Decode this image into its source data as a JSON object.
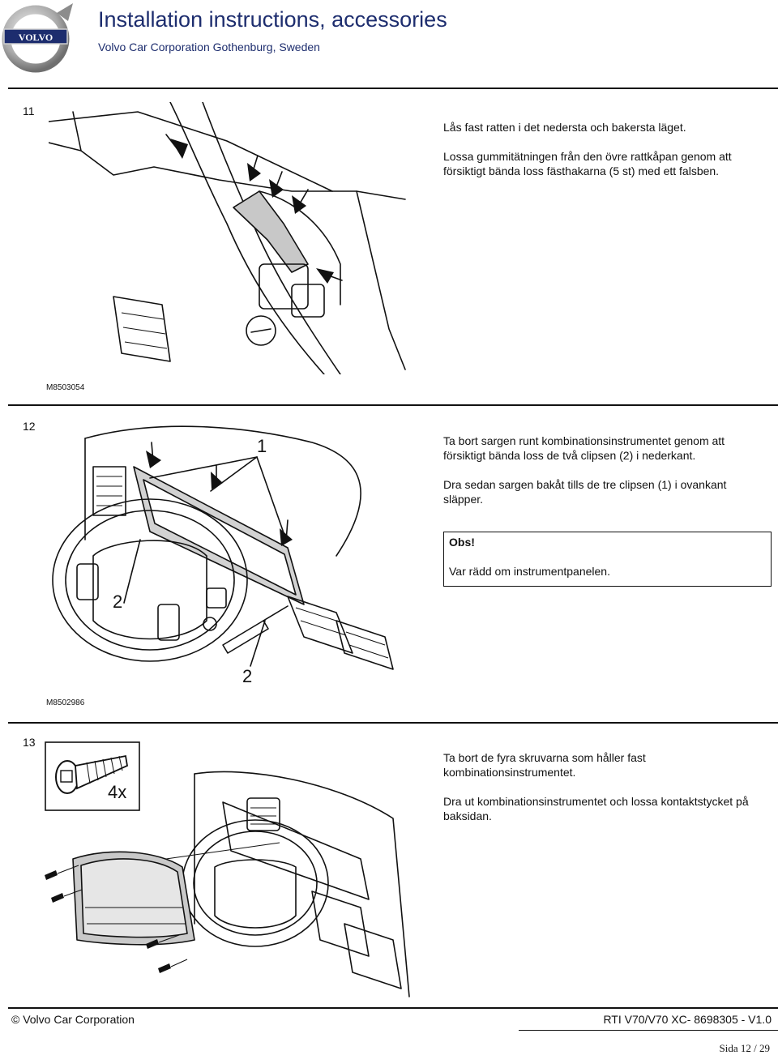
{
  "header": {
    "title": "Installation instructions, accessories",
    "subtitle": "Volvo Car Corporation Gothenburg, Sweden",
    "logo_text": "VOLVO"
  },
  "steps": [
    {
      "number": "11",
      "figure_code": "M8503054",
      "paragraphs": [
        "Lås fast ratten i det nedersta och bakersta läget.",
        "Lossa gummitätningen från den övre rattkåpan genom att försiktigt bända loss fästhakarna (5 st) med ett falsben."
      ]
    },
    {
      "number": "12",
      "figure_code": "M8502986",
      "callouts": [
        "1",
        "2",
        "2"
      ],
      "paragraphs": [
        "Ta bort sargen runt kombinationsinstrumentet genom att försiktigt bända loss de två clipsen (2) i nederkant.",
        "Dra sedan sargen bakåt tills de tre clipsen (1) i ovankant släpper."
      ],
      "note": {
        "heading": "Obs!",
        "body": "Var rädd om instrumentpanelen."
      }
    },
    {
      "number": "13",
      "quantity_label": "4x",
      "paragraphs": [
        "Ta bort de fyra skruvarna som håller fast kombinationsinstrumentet.",
        "Dra ut kombinationsinstrumentet och lossa kontaktstycket på baksidan."
      ]
    }
  ],
  "footer": {
    "copyright": "© Volvo Car Corporation",
    "document_id": "RTI V70/V70 XC- 8698305 - V1.0",
    "page": "Sida 12 / 29"
  }
}
